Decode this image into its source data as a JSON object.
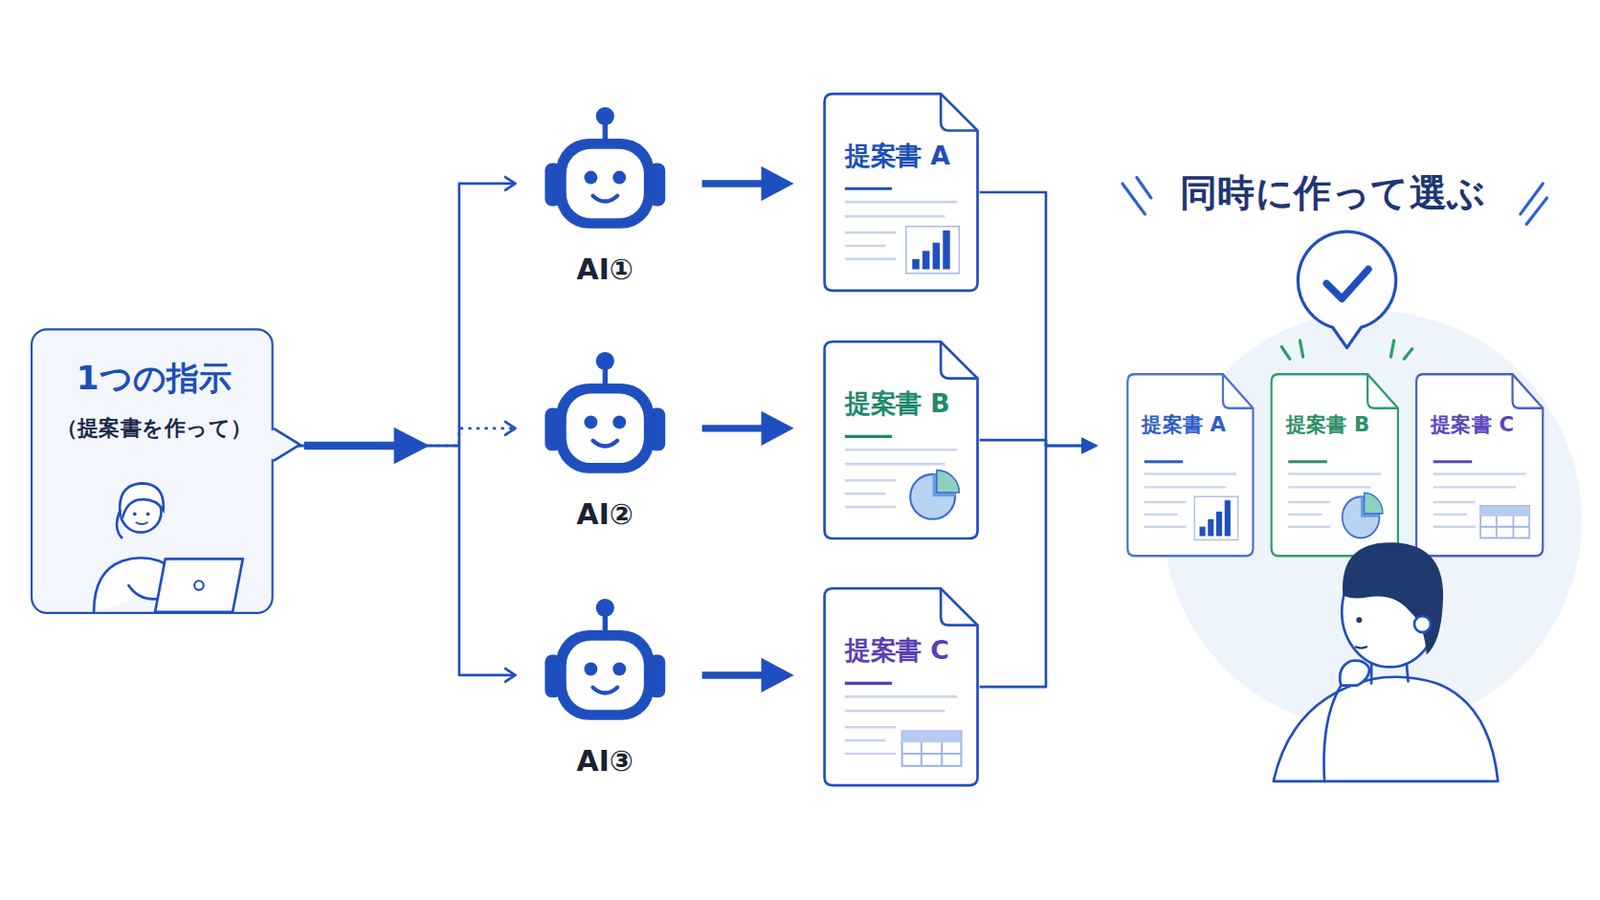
{
  "diagram": {
    "nodes": [
      {
        "text": [
          "1つの指示",
          "（提案書を作って）"
        ]
      },
      {
        "text": [
          "AI①"
        ]
      },
      {
        "text": [
          "AI②"
        ]
      },
      {
        "text": [
          "AI③"
        ]
      },
      {
        "text": [
          "提案書 A"
        ]
      },
      {
        "text": [
          "提案書 B"
        ]
      },
      {
        "text": [
          "提案書 C"
        ]
      },
      {
        "text": [
          "同時に作って選ぶ"
        ]
      },
      {
        "text": [
          "提案書 A"
        ],
        "in": 7
      },
      {
        "text": [
          "提案書 B"
        ],
        "in": 7
      },
      {
        "text": [
          "提案書 C"
        ],
        "in": 7
      }
    ],
    "edges": [
      {
        "from": 0,
        "to": 1,
        "arrow": "to"
      },
      {
        "from": 0,
        "to": 2,
        "arrow": "to"
      },
      {
        "from": 0,
        "to": 3,
        "arrow": "to"
      },
      {
        "from": 1,
        "to": 4,
        "arrow": "to"
      },
      {
        "from": 2,
        "to": 5,
        "arrow": "to"
      },
      {
        "from": 3,
        "to": 6,
        "arrow": "to"
      },
      {
        "from": 4,
        "to": 7,
        "arrow": "to"
      },
      {
        "from": 5,
        "to": 7,
        "arrow": "to"
      },
      {
        "from": 6,
        "to": 7,
        "arrow": "to"
      }
    ]
  }
}
